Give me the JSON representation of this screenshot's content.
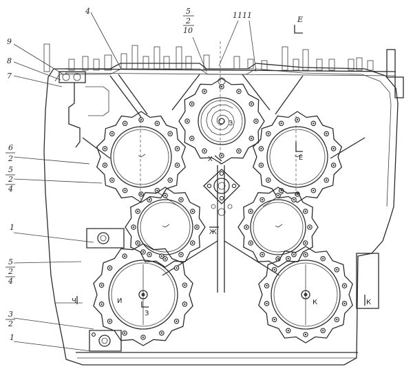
{
  "callouts": {
    "c4": {
      "text": "4"
    },
    "c5top": {
      "num": "5",
      "mid": "2",
      "den": "10"
    },
    "c11a": {
      "text": "11"
    },
    "c11b": {
      "text": "11"
    },
    "cE_top": {
      "text": "E"
    },
    "c9": {
      "text": "9"
    },
    "c8": {
      "text": "8"
    },
    "c7": {
      "text": "7"
    },
    "c6": {
      "num": "6",
      "den": "2"
    },
    "c5mid": {
      "num": "5",
      "mid": "2",
      "den": "4"
    },
    "c1a": {
      "text": "1"
    },
    "c5low": {
      "num": "5",
      "mid": "2",
      "den": "4"
    },
    "c3": {
      "num": "3",
      "den": "2"
    },
    "c1b": {
      "text": "1"
    }
  },
  "section_marks": {
    "E_right": "E",
    "X_top": "Х",
    "Zh_mid": "Ж",
    "Z_left": "З",
    "K_right": "К",
    "K_edge": "К",
    "I_left": "И",
    "Z_center": "З",
    "Ch_left": "Ч"
  },
  "palette": {
    "ink": "#2a2a2a",
    "paper": "#ffffff"
  }
}
